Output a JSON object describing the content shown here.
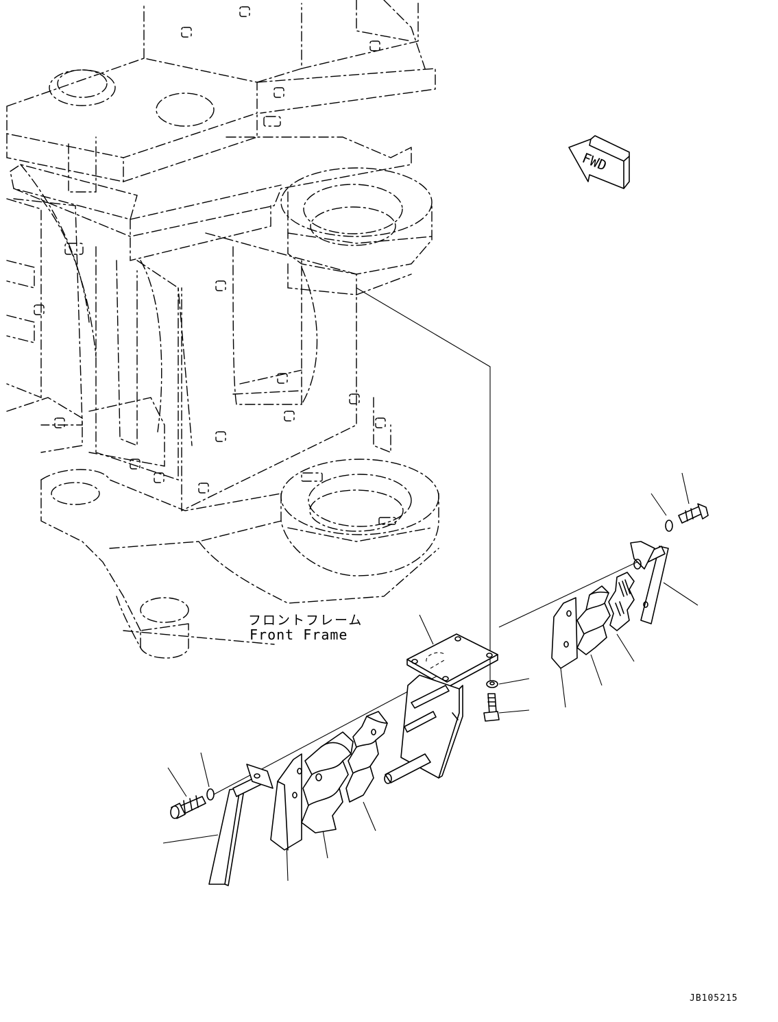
{
  "drawing": {
    "front_frame_label_jp": "フロントフレーム",
    "front_frame_label_en": "Front Frame",
    "fwd_arrow_text": "FWD",
    "drawing_code": "JB105215"
  },
  "colors": {
    "line": "#000000",
    "background": "#ffffff"
  },
  "icons": {
    "direction_marker": "fwd-arrow-icon"
  }
}
